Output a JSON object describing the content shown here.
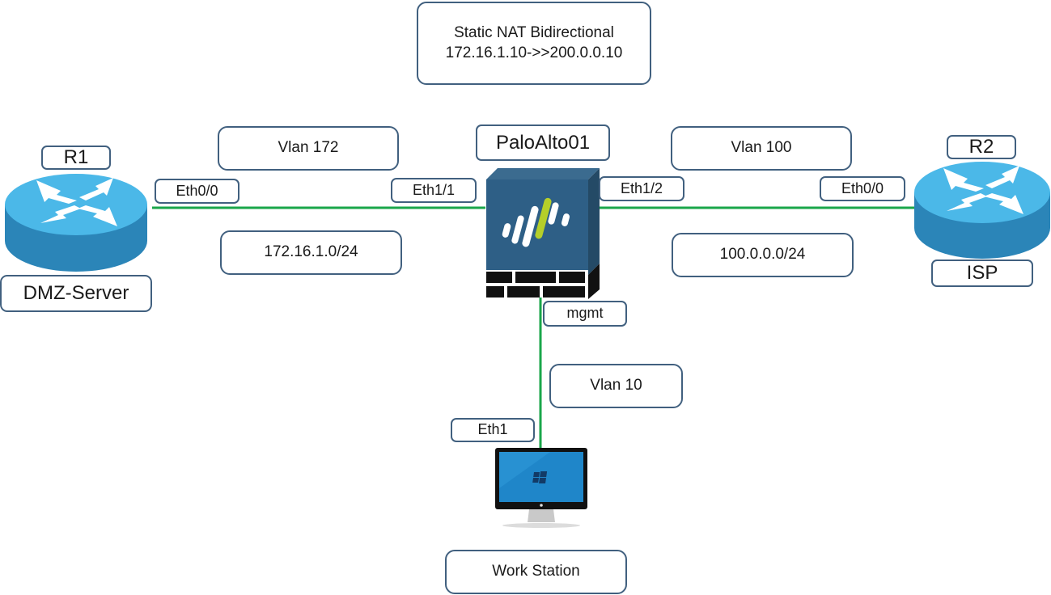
{
  "diagram": {
    "link_color": "#1aa64a",
    "box_border_color": "#41607f",
    "nat_note": {
      "line1": "Static NAT Bidirectional",
      "line2": "172.16.1.10->>200.0.0.10"
    },
    "devices": {
      "r1": {
        "name": "R1",
        "role": "DMZ-Server",
        "icon": "router-icon"
      },
      "firewall": {
        "name": "PaloAlto01",
        "icon": "palo-alto-firewall-icon",
        "mgmt_port": "mgmt"
      },
      "r2": {
        "name": "R2",
        "role": "ISP",
        "icon": "router-icon"
      },
      "workstation": {
        "name": "Work Station",
        "port": "Eth1",
        "icon": "monitor-icon"
      }
    },
    "links": {
      "left": {
        "vlan": "Vlan 172",
        "subnet": "172.16.1.0/24",
        "port_a": "Eth0/0",
        "port_b": "Eth1/1"
      },
      "right": {
        "vlan": "Vlan 100",
        "subnet": "100.0.0.0/24",
        "port_a": "Eth1/2",
        "port_b": "Eth0/0"
      },
      "mgmt": {
        "vlan": "Vlan 10"
      }
    }
  }
}
